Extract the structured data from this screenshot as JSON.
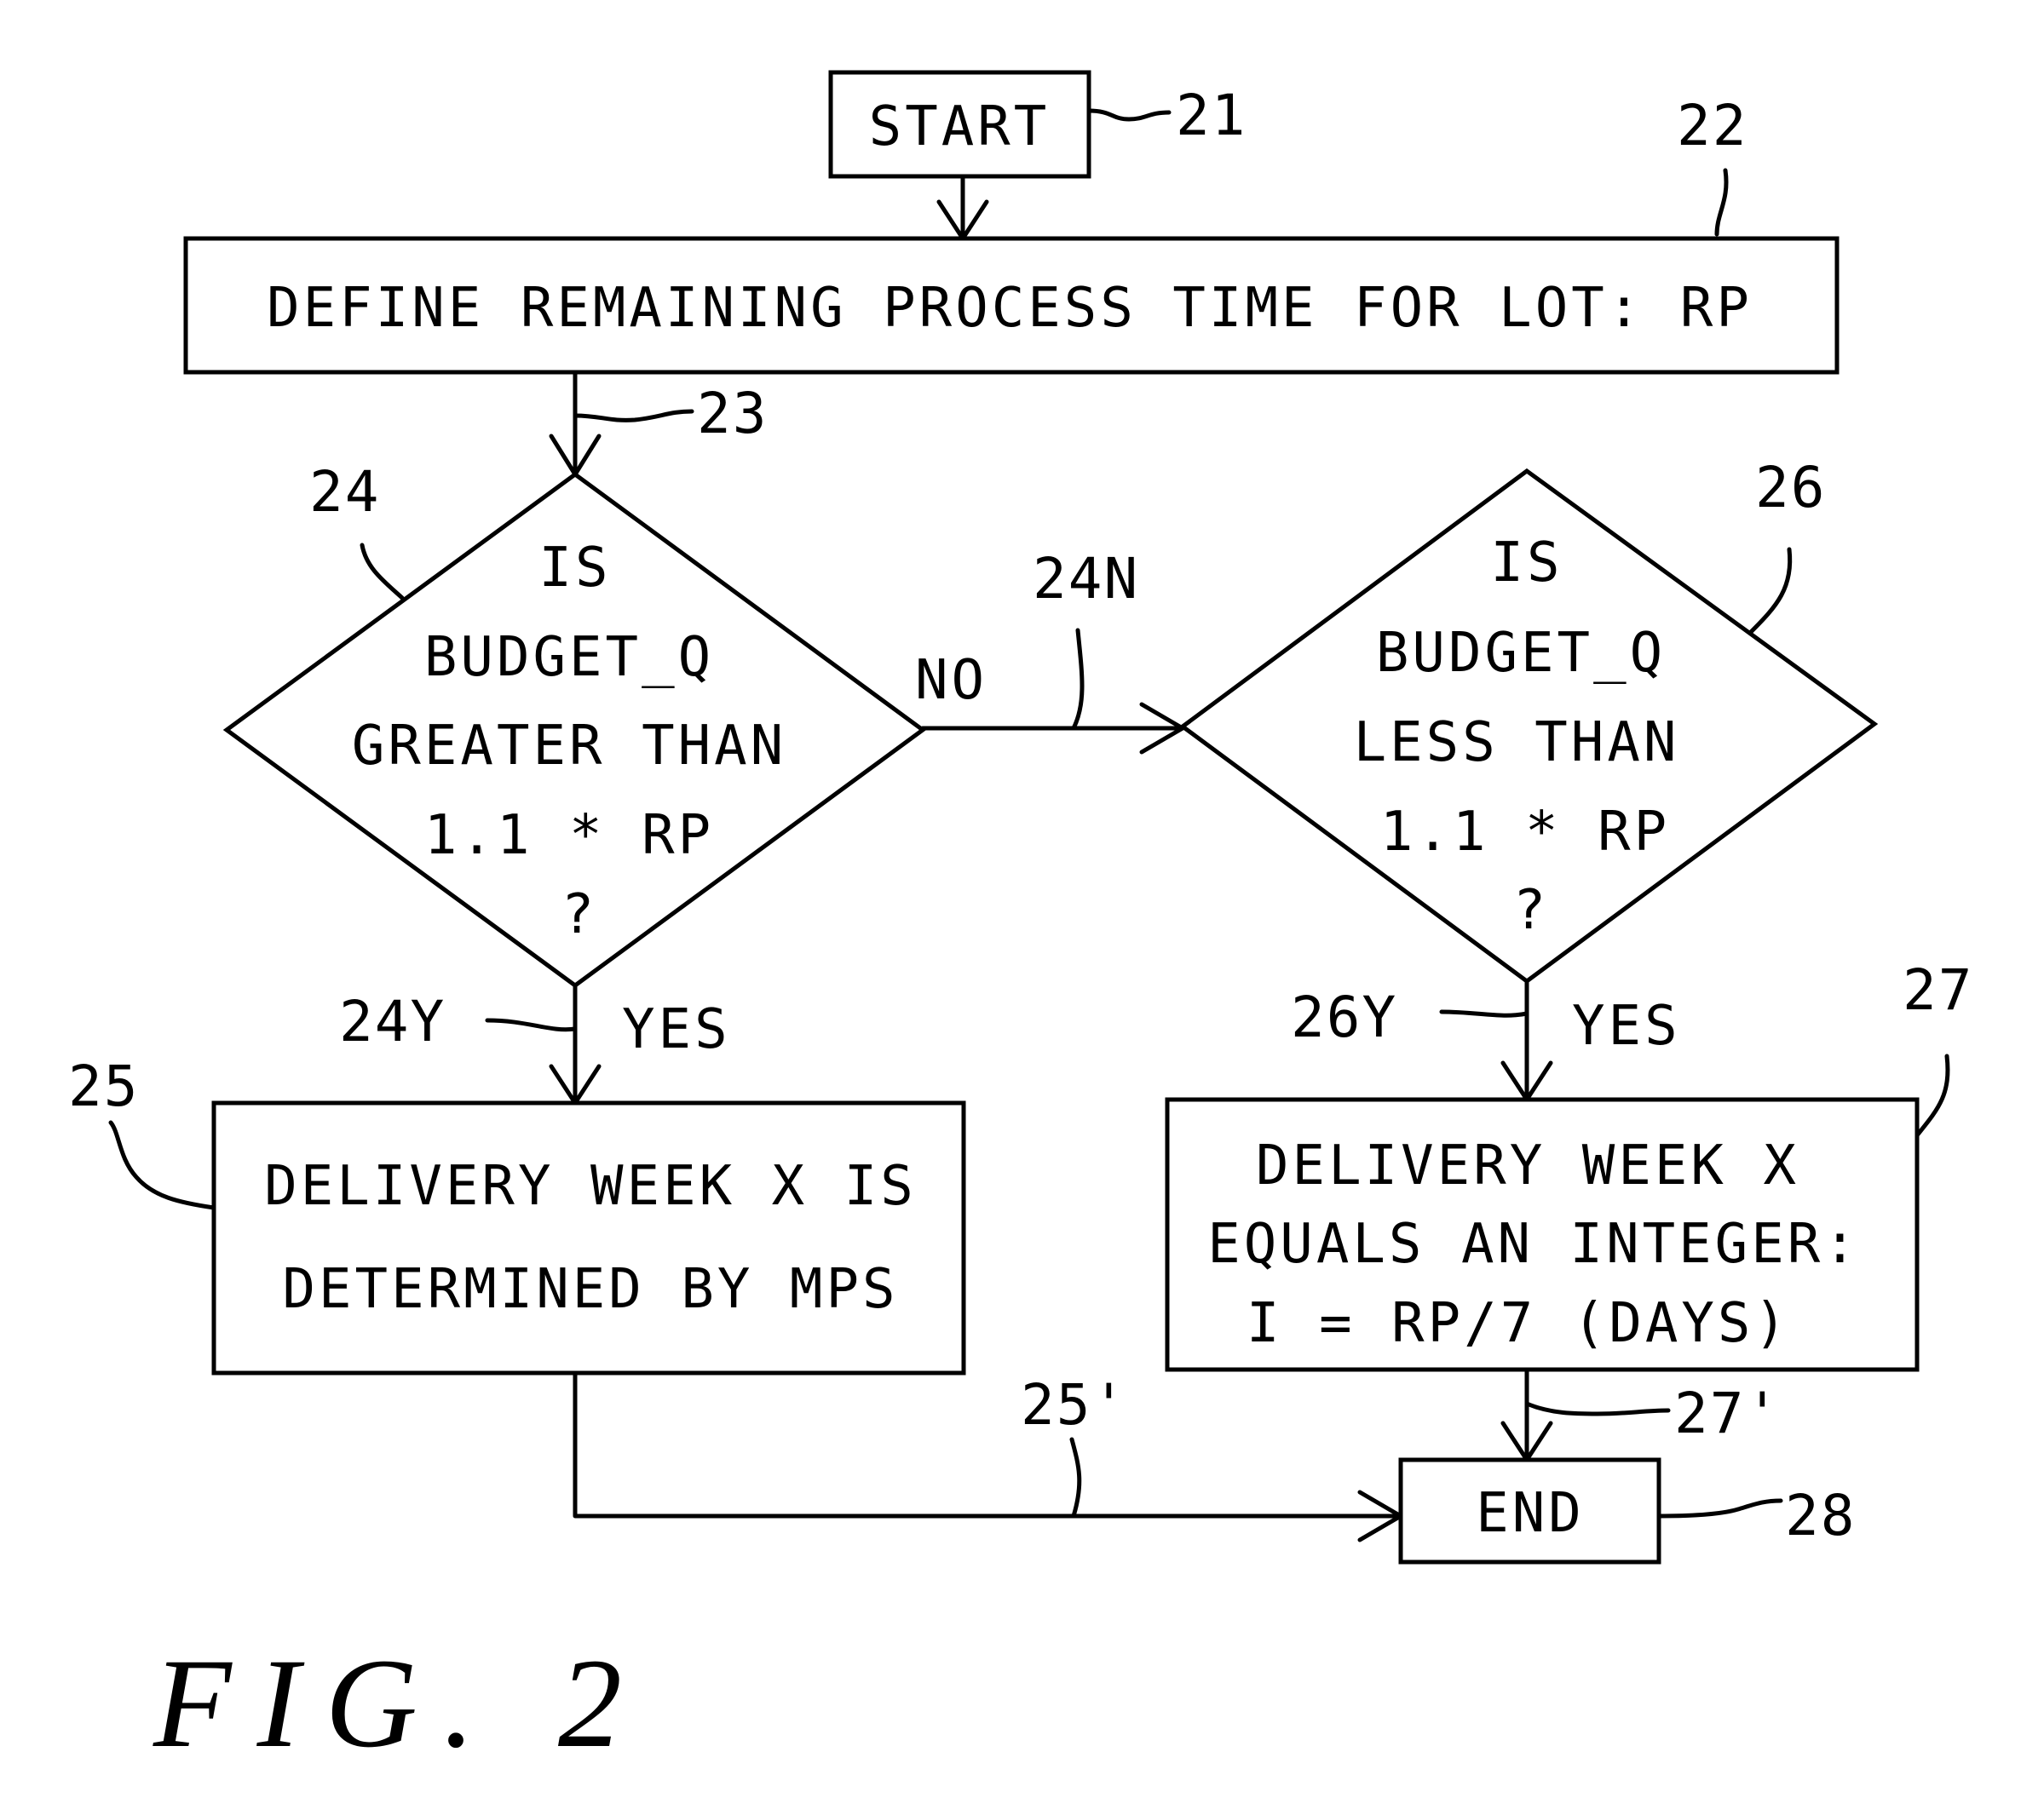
{
  "figure": {
    "caption": "FIG. 2"
  },
  "nodes": {
    "start": {
      "text": "START",
      "ref": "21"
    },
    "define": {
      "text": "DEFINE REMAINING PROCESS TIME FOR LOT: RP",
      "ref": "22"
    },
    "decision_greater": {
      "lines": [
        "IS",
        "BUDGET_Q",
        "GREATER THAN",
        "1.1 * RP",
        "?"
      ],
      "ref": "24"
    },
    "decision_less": {
      "lines": [
        "IS",
        "BUDGET_Q",
        "LESS THAN",
        "1.1 * RP",
        "?"
      ],
      "ref": "26"
    },
    "mps": {
      "lines": [
        "DELIVERY WEEK X IS",
        "DETERMINED BY MPS"
      ],
      "ref": "25"
    },
    "integer": {
      "lines": [
        "DELIVERY WEEK X",
        "EQUALS AN INTEGER:",
        "I = RP/7 (DAYS)"
      ],
      "ref": "27"
    },
    "end": {
      "text": "END",
      "ref": "28"
    }
  },
  "edges": {
    "define_to_decision": {
      "ref": "23"
    },
    "no_branch": {
      "label": "NO",
      "ref": "24N"
    },
    "yes_left": {
      "label": "YES",
      "ref": "24Y"
    },
    "yes_right": {
      "label": "YES",
      "ref": "26Y"
    },
    "mps_to_end": {
      "ref": "25'"
    },
    "integer_to_end": {
      "ref": "27'"
    }
  }
}
